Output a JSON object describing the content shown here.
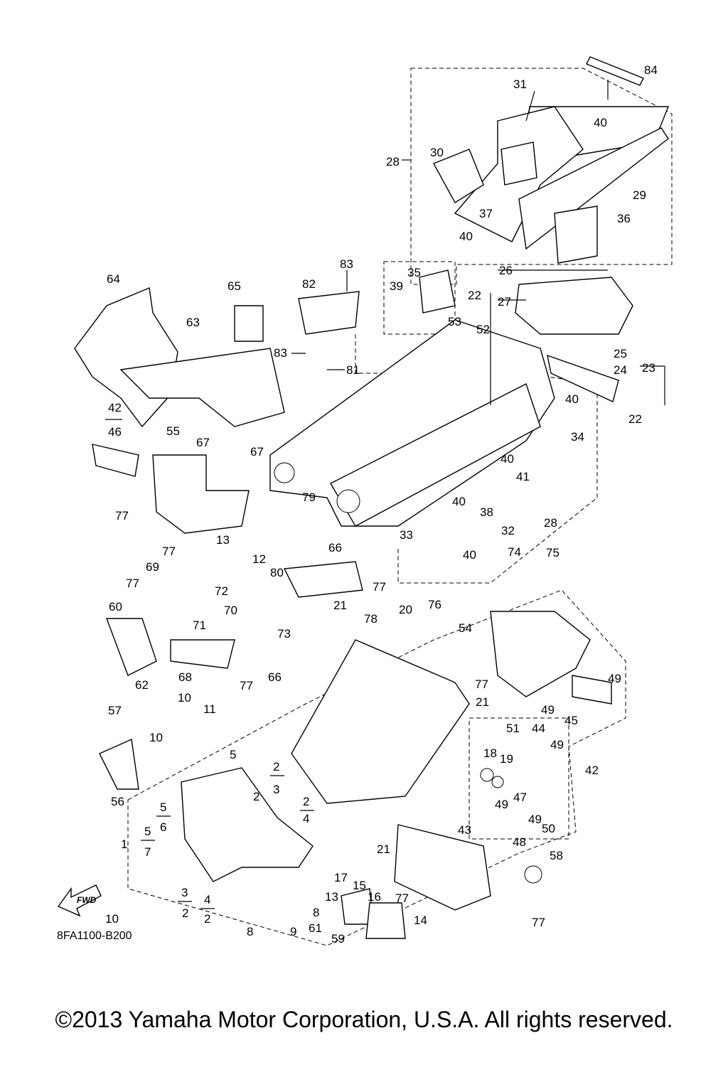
{
  "diagram": {
    "drawing_code": "8FA1100-B200",
    "fwd_label": "FWD",
    "copyright": "©2013 Yamaha Motor Corporation, U.S.A. All rights reserved."
  },
  "callouts": [
    {
      "id": "c84",
      "text": "84"
    },
    {
      "id": "c31",
      "text": "31"
    },
    {
      "id": "c40a",
      "text": "40"
    },
    {
      "id": "c28a",
      "text": "28"
    },
    {
      "id": "c30",
      "text": "30"
    },
    {
      "id": "c29",
      "text": "29"
    },
    {
      "id": "c37",
      "text": "37"
    },
    {
      "id": "c36",
      "text": "36"
    },
    {
      "id": "c40b",
      "text": "40"
    },
    {
      "id": "c83a",
      "text": "83"
    },
    {
      "id": "c35",
      "text": "35"
    },
    {
      "id": "c39",
      "text": "39"
    },
    {
      "id": "c82",
      "text": "82"
    },
    {
      "id": "c26",
      "text": "26"
    },
    {
      "id": "c22a",
      "text": "22"
    },
    {
      "id": "c27",
      "text": "27"
    },
    {
      "id": "c64",
      "text": "64"
    },
    {
      "id": "c65",
      "text": "65"
    },
    {
      "id": "c63",
      "text": "63"
    },
    {
      "id": "c53",
      "text": "53"
    },
    {
      "id": "c52",
      "text": "52"
    },
    {
      "id": "c83b",
      "text": "83"
    },
    {
      "id": "c81",
      "text": "81"
    },
    {
      "id": "c25",
      "text": "25"
    },
    {
      "id": "c24",
      "text": "24"
    },
    {
      "id": "c23",
      "text": "23"
    },
    {
      "id": "c22b",
      "text": "22"
    },
    {
      "id": "c42a",
      "text": "42"
    },
    {
      "id": "c46",
      "text": "46"
    },
    {
      "id": "c67a",
      "text": "67"
    },
    {
      "id": "c67b",
      "text": "67"
    },
    {
      "id": "c55",
      "text": "55"
    },
    {
      "id": "c40c",
      "text": "40"
    },
    {
      "id": "c34",
      "text": "34"
    },
    {
      "id": "c40d",
      "text": "40"
    },
    {
      "id": "c41",
      "text": "41"
    },
    {
      "id": "c77a",
      "text": "77"
    },
    {
      "id": "c79",
      "text": "79"
    },
    {
      "id": "c40e",
      "text": "40"
    },
    {
      "id": "c38",
      "text": "38"
    },
    {
      "id": "c32",
      "text": "32"
    },
    {
      "id": "c28b",
      "text": "28"
    },
    {
      "id": "c77b",
      "text": "77"
    },
    {
      "id": "c13a",
      "text": "13"
    },
    {
      "id": "c80",
      "text": "80"
    },
    {
      "id": "c66a",
      "text": "66"
    },
    {
      "id": "c33",
      "text": "33"
    },
    {
      "id": "c40f",
      "text": "40"
    },
    {
      "id": "c74",
      "text": "74"
    },
    {
      "id": "c75",
      "text": "75"
    },
    {
      "id": "c69",
      "text": "69"
    },
    {
      "id": "c72",
      "text": "72"
    },
    {
      "id": "c12",
      "text": "12"
    },
    {
      "id": "c77c",
      "text": "77"
    },
    {
      "id": "c77d",
      "text": "77"
    },
    {
      "id": "c70",
      "text": "70"
    },
    {
      "id": "c21a",
      "text": "21"
    },
    {
      "id": "c20",
      "text": "20"
    },
    {
      "id": "c76",
      "text": "76"
    },
    {
      "id": "c60",
      "text": "60"
    },
    {
      "id": "c71",
      "text": "71"
    },
    {
      "id": "c73",
      "text": "73"
    },
    {
      "id": "c78",
      "text": "78"
    },
    {
      "id": "c54",
      "text": "54"
    },
    {
      "id": "c68",
      "text": "68"
    },
    {
      "id": "c62",
      "text": "62"
    },
    {
      "id": "c66b",
      "text": "66"
    },
    {
      "id": "c77e",
      "text": "77"
    },
    {
      "id": "c77f",
      "text": "77"
    },
    {
      "id": "c49a",
      "text": "49"
    },
    {
      "id": "c10a",
      "text": "10"
    },
    {
      "id": "c11",
      "text": "11"
    },
    {
      "id": "c21b",
      "text": "21"
    },
    {
      "id": "c49b",
      "text": "49"
    },
    {
      "id": "c45",
      "text": "45"
    },
    {
      "id": "c57",
      "text": "57"
    },
    {
      "id": "c51",
      "text": "51"
    },
    {
      "id": "c44",
      "text": "44"
    },
    {
      "id": "c10b",
      "text": "10"
    },
    {
      "id": "c5a",
      "text": "5"
    },
    {
      "id": "c49c",
      "text": "49"
    },
    {
      "id": "c18",
      "text": "18"
    },
    {
      "id": "c19",
      "text": "19"
    },
    {
      "id": "c42b",
      "text": "42"
    },
    {
      "id": "c56",
      "text": "56"
    },
    {
      "id": "c2a",
      "text": "2"
    },
    {
      "id": "c3a",
      "text": "3"
    },
    {
      "id": "c2b",
      "text": "2"
    },
    {
      "id": "c2c",
      "text": "2"
    },
    {
      "id": "c4a",
      "text": "4"
    },
    {
      "id": "c47",
      "text": "47"
    },
    {
      "id": "c49d",
      "text": "49"
    },
    {
      "id": "c5b",
      "text": "5"
    },
    {
      "id": "c6",
      "text": "6"
    },
    {
      "id": "c43",
      "text": "43"
    },
    {
      "id": "c50",
      "text": "50"
    },
    {
      "id": "c49e",
      "text": "49"
    },
    {
      "id": "c5c",
      "text": "5"
    },
    {
      "id": "c7",
      "text": "7"
    },
    {
      "id": "c48",
      "text": "48"
    },
    {
      "id": "c1",
      "text": "1"
    },
    {
      "id": "c21c",
      "text": "21"
    },
    {
      "id": "c17",
      "text": "17"
    },
    {
      "id": "c13b",
      "text": "13"
    },
    {
      "id": "c15",
      "text": "15"
    },
    {
      "id": "c16",
      "text": "16"
    },
    {
      "id": "c58",
      "text": "58"
    },
    {
      "id": "c77g",
      "text": "77"
    },
    {
      "id": "c3b",
      "text": "3"
    },
    {
      "id": "c4b",
      "text": "4"
    },
    {
      "id": "c2d",
      "text": "2"
    },
    {
      "id": "c2e",
      "text": "2"
    },
    {
      "id": "c10c",
      "text": "10"
    },
    {
      "id": "c8a",
      "text": "8"
    },
    {
      "id": "c8b",
      "text": "8"
    },
    {
      "id": "c9",
      "text": "9"
    },
    {
      "id": "c61",
      "text": "61"
    },
    {
      "id": "c14",
      "text": "14"
    },
    {
      "id": "c59",
      "text": "59"
    },
    {
      "id": "c77h",
      "text": "77"
    }
  ]
}
